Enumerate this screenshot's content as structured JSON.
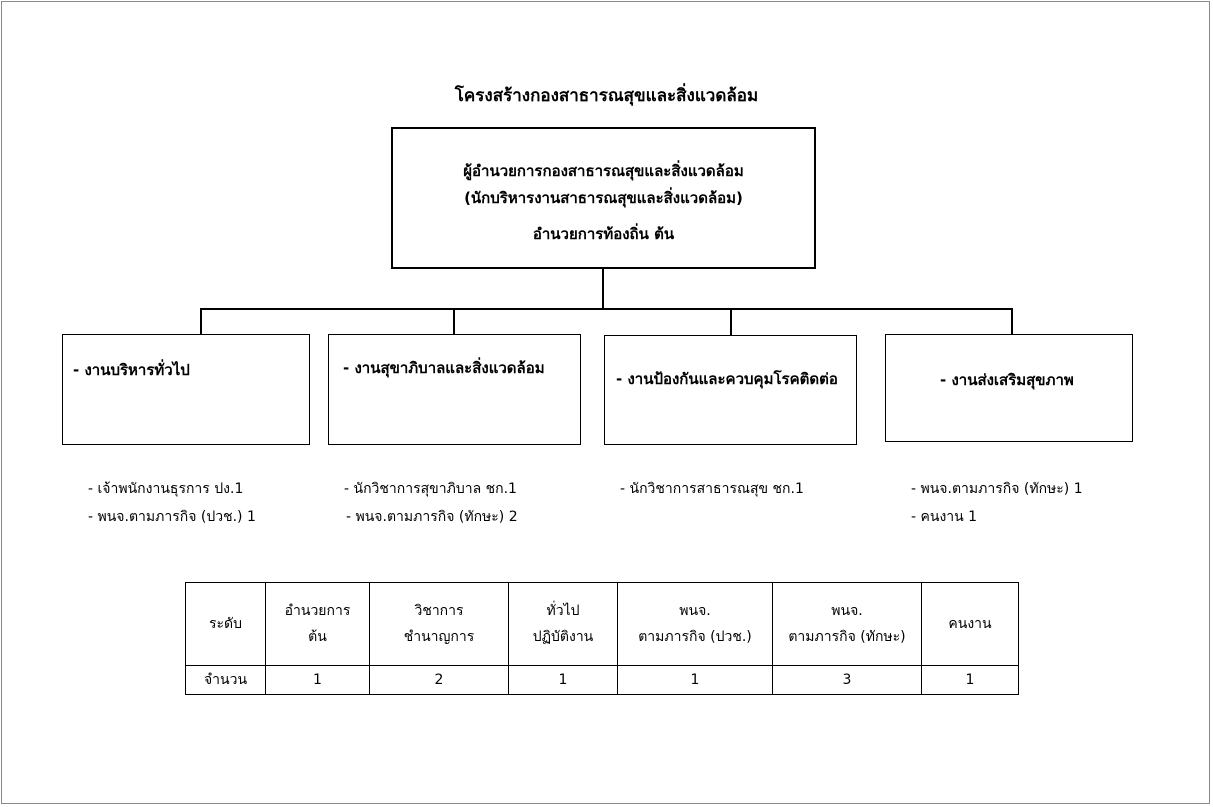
{
  "title": "โครงสร้างกองสาธารณสุขและสิ่งแวดล้อม",
  "head": {
    "line1": "ผู้อำนวยการกองสาธารณสุขและสิ่งแวดล้อม",
    "line2": "(นักบริหารงานสาธารณสุขและสิ่งแวดล้อม)",
    "line3": "อำนวยการท้องถิ่น  ต้น"
  },
  "units": [
    {
      "label": "- งานบริหารทั่วไป",
      "staff": [
        "- เจ้าพนักงานธุรการ ปง.1",
        "- พนจ.ตามภารกิจ (ปวช.) 1"
      ]
    },
    {
      "label": "- งานสุขาภิบาลและสิ่งแวดล้อม",
      "staff": [
        "- นักวิชาการสุขาภิบาล ชก.1",
        "- พนจ.ตามภารกิจ (ทักษะ) 2"
      ]
    },
    {
      "label": "- งานป้องกันและควบคุมโรคติดต่อ",
      "staff": [
        "- นักวิชาการสาธารณสุข ชก.1"
      ]
    },
    {
      "label": "- งานส่งเสริมสุขภาพ",
      "staff": [
        "- พนจ.ตามภารกิจ (ทักษะ) 1",
        "- คนงาน 1"
      ]
    }
  ],
  "summary": {
    "row_label": "ระดับ",
    "count_label": "จำนวน",
    "columns": [
      {
        "line1": "อำนวยการ",
        "line2": "ต้น",
        "count": "1"
      },
      {
        "line1": "วิชาการ",
        "line2": "ชำนาญการ",
        "count": "2"
      },
      {
        "line1": "ทั่วไป",
        "line2": "ปฏิบัติงาน",
        "count": "1"
      },
      {
        "line1": "พนจ.",
        "line2": "ตามภารกิจ (ปวช.)",
        "count": "1"
      },
      {
        "line1": "พนจ.",
        "line2": "ตามภารกิจ (ทักษะ)",
        "count": "3"
      },
      {
        "line1": "คนงาน",
        "line2": "",
        "count": "1"
      }
    ]
  }
}
